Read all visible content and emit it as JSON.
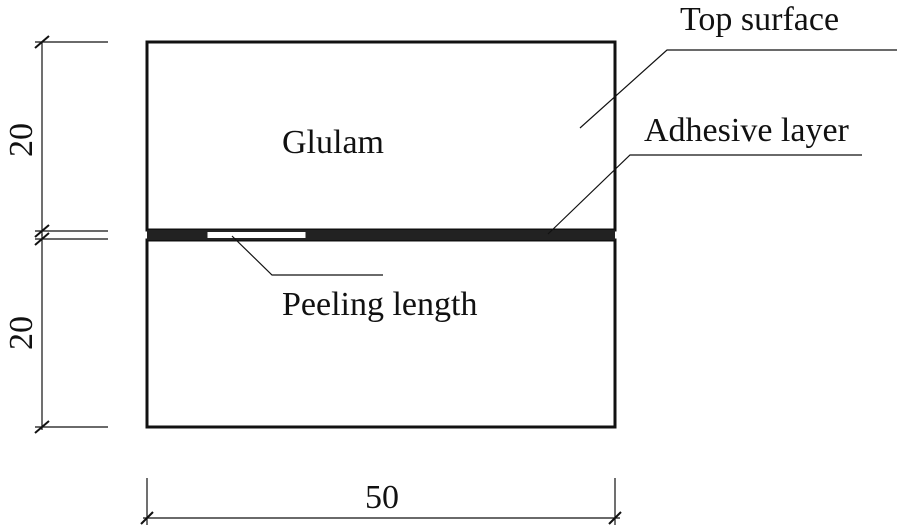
{
  "labels": {
    "top_surface": "Top surface",
    "glulam": "Glulam",
    "adhesive_layer": "Adhesive layer",
    "peeling_length": "Peeling length"
  },
  "dimensions": {
    "upper_height": "20",
    "lower_height": "20",
    "width": "50"
  }
}
